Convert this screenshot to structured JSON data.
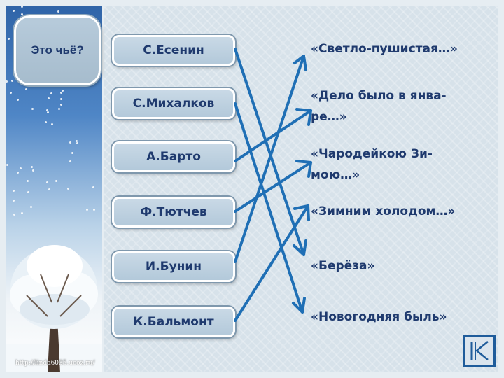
{
  "question": "Это чьё?",
  "authors": [
    {
      "label": "С.Есенин"
    },
    {
      "label": "С.Михалков"
    },
    {
      "label": "А.Барто"
    },
    {
      "label": "Ф.Тютчев"
    },
    {
      "label": "И.Бунин"
    },
    {
      "label": "К.Бальмонт"
    }
  ],
  "poems": [
    {
      "lines": [
        "«Светло-пушистая…»"
      ]
    },
    {
      "lines": [
        "«Дело было в янва-",
        "ре…»"
      ]
    },
    {
      "lines": [
        "«Чародейкою Зи-",
        "мою…»"
      ]
    },
    {
      "lines": [
        "«Зимним холодом…»"
      ]
    },
    {
      "lines": [
        "«Берёза»"
      ]
    },
    {
      "lines": [
        "«Новогодняя быль»"
      ]
    }
  ],
  "credit_text": "http://linda6035.ucoz.ru/",
  "nav": {
    "icon": "return-to-start-icon"
  },
  "colors": {
    "text": "#1f3a6e",
    "arrow": "#1f6fb5"
  }
}
